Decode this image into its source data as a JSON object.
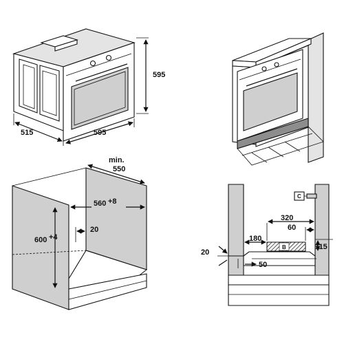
{
  "oven_dimensions": {
    "height": "595",
    "depth": "515",
    "width": "595"
  },
  "cabinet_dimensions": {
    "min_label": "min.",
    "min_depth": "550",
    "inner_width": "560",
    "inner_width_tol": "+8",
    "inner_height": "600",
    "inner_height_tol": "+4",
    "gap": "20"
  },
  "section_dimensions": {
    "c_label": "C",
    "b_label": "B",
    "w320": "320",
    "w60": "60",
    "w180": "180",
    "h115": "115",
    "d20": "20",
    "d50": "50"
  },
  "colors": {
    "panel": "#cfcfcf",
    "line": "#111111"
  }
}
